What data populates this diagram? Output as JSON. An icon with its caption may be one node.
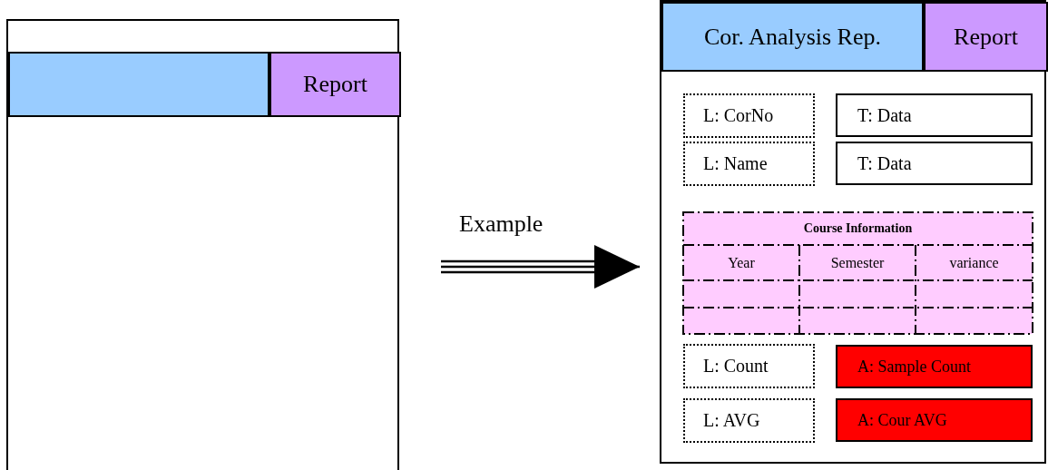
{
  "diagram": {
    "nodes": [
      {
        "text": [],
        "shape": "box"
      },
      {
        "text": [],
        "shape": "bar",
        "in": 0
      },
      {
        "text": [
          "Report"
        ],
        "in": 0
      },
      {
        "text": [],
        "shape": "box"
      },
      {
        "text": [
          "Cor. Analysis Rep."
        ],
        "in": 3
      },
      {
        "text": [
          "Report"
        ],
        "in": 3
      },
      {
        "text": [
          "L: CorNo"
        ],
        "in": 3
      },
      {
        "text": [
          "T: Data"
        ],
        "in": 3
      },
      {
        "text": [
          "L: Name"
        ],
        "in": 3
      },
      {
        "text": [
          "T: Data"
        ],
        "in": 3
      },
      {
        "text": [
          "Course Information"
        ],
        "in": 3
      },
      {
        "text": [
          "Year"
        ],
        "in": 10
      },
      {
        "text": [
          "Semester"
        ],
        "in": 10
      },
      {
        "text": [
          "variance"
        ],
        "in": 10
      },
      {
        "text": [
          "L: Count"
        ],
        "in": 3
      },
      {
        "text": [
          "A: Sample Count"
        ],
        "in": 3
      },
      {
        "text": [
          "L: AVG"
        ],
        "in": 3
      },
      {
        "text": [
          "A: Cour AVG"
        ],
        "in": 3
      }
    ],
    "edges": [
      {
        "from": 0,
        "to": 3,
        "arrow": "to",
        "label": "Example"
      }
    ]
  }
}
